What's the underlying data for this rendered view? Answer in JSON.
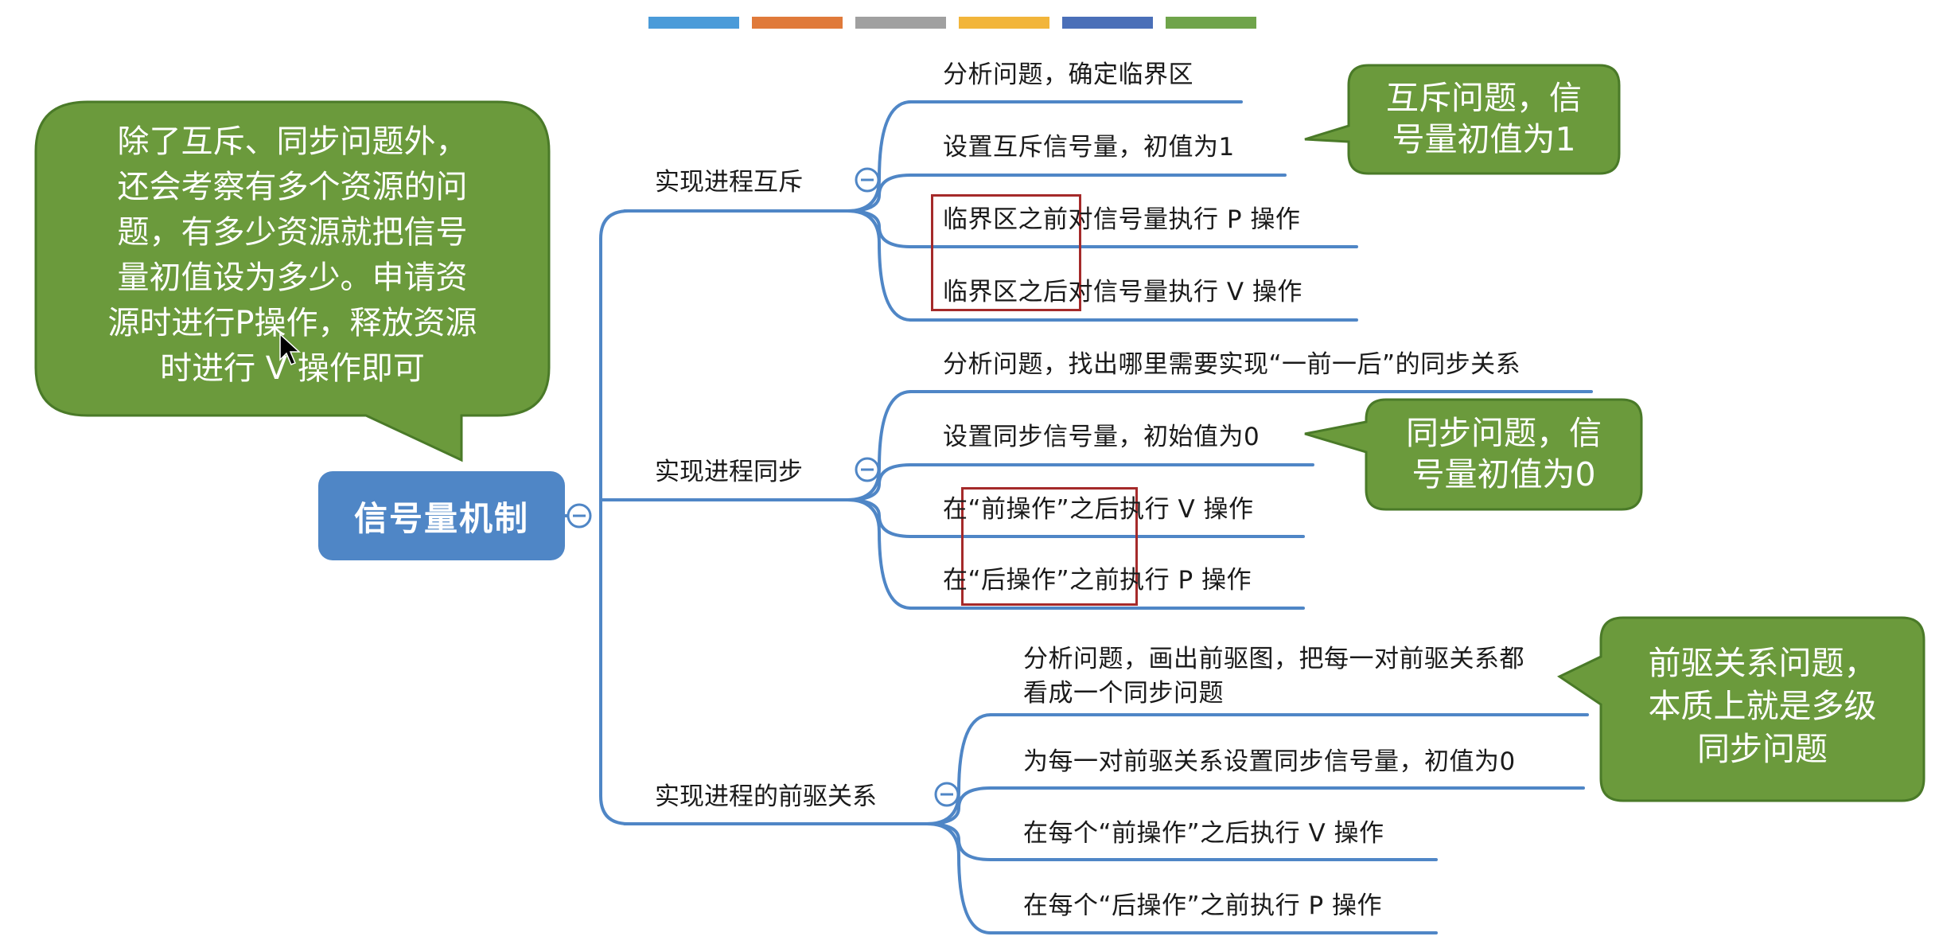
{
  "colors": {
    "line": "#4f86c6",
    "callout_fill": "#6b9a3c",
    "callout_stroke": "#4a7a28",
    "highlight": "#a52a2a",
    "palette": [
      "#4a9bd9",
      "#e07a3a",
      "#a0a0a0",
      "#f2b53a",
      "#4a6fb8",
      "#6fa44a"
    ]
  },
  "root": {
    "label": "信号量机制"
  },
  "callouts": {
    "main": "除了互斥、同步问题外，\n还会考察有多个资源的问\n题，有多少资源就把信号\n量初值设为多少。申请资\n源时进行P操作，释放资源\n时进行 V 操作即可",
    "mutex": "互斥问题，信\n号量初值为1",
    "sync": "同步问题，信\n号量初值为0",
    "precedence": "前驱关系问题，\n本质上就是多级\n同步问题"
  },
  "branches": [
    {
      "label": "实现进程互斥",
      "children": [
        "分析问题，确定临界区",
        "设置互斥信号量，初值为1",
        "临界区之前对信号量执行 P 操作",
        "临界区之后对信号量执行 V 操作"
      ]
    },
    {
      "label": "实现进程同步",
      "children": [
        "分析问题，找出哪里需要实现“一前一后”的同步关系",
        "设置同步信号量，初始值为0",
        "在“前操作”之后执行 V 操作",
        "在“后操作”之前执行 P 操作"
      ]
    },
    {
      "label": "实现进程的前驱关系",
      "children": [
        "分析问题，画出前驱图，把每一对前驱关系都\n看成一个同步问题",
        "为每一对前驱关系设置同步信号量，初值为0",
        "在每个“前操作”之后执行 V 操作",
        "在每个“后操作”之前执行 P 操作"
      ]
    }
  ]
}
